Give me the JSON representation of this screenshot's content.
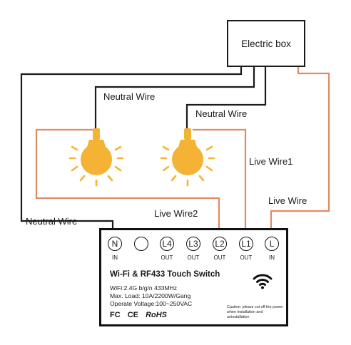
{
  "electric_box": {
    "label": "Electric box"
  },
  "wire_labels": {
    "neutral_top": "Neutral Wire",
    "neutral_mid": "Neutral Wire",
    "neutral_left": "Neutral Wire",
    "live1": "Live Wire1",
    "live2": "Live Wire2",
    "live": "Live Wire"
  },
  "colors": {
    "neutral_wire": "#1a1a1a",
    "live_wire": "#e08a64",
    "bulb": "#f5b335",
    "bulb_rays": "#f5b335"
  },
  "switch": {
    "terminals": [
      {
        "label": "N",
        "sub": "IN"
      },
      {
        "label": "",
        "sub": ""
      },
      {
        "label": "L4",
        "sub": "OUT"
      },
      {
        "label": "L3",
        "sub": "OUT"
      },
      {
        "label": "L2",
        "sub": "OUT"
      },
      {
        "label": "L1",
        "sub": "OUT"
      },
      {
        "label": "L",
        "sub": "IN"
      }
    ],
    "title": "Wi-Fi & RF433 Touch Switch",
    "spec_wifi": "WiFi:2.4G b/g/n 433MHz",
    "spec_load": "Max. Load: 10A/2200W/Gang",
    "spec_voltage": "Operate Voltage:100~250VAC",
    "cert_fc": "FC",
    "cert_ce": "CE",
    "cert_rohs": "RoHS",
    "caution": "Caution: please cut off the power when installation and uninstallation",
    "wifi_icon": "wifi-icon"
  },
  "bulbs": [
    {
      "icon": "light-bulb-icon"
    },
    {
      "icon": "light-bulb-icon"
    }
  ]
}
